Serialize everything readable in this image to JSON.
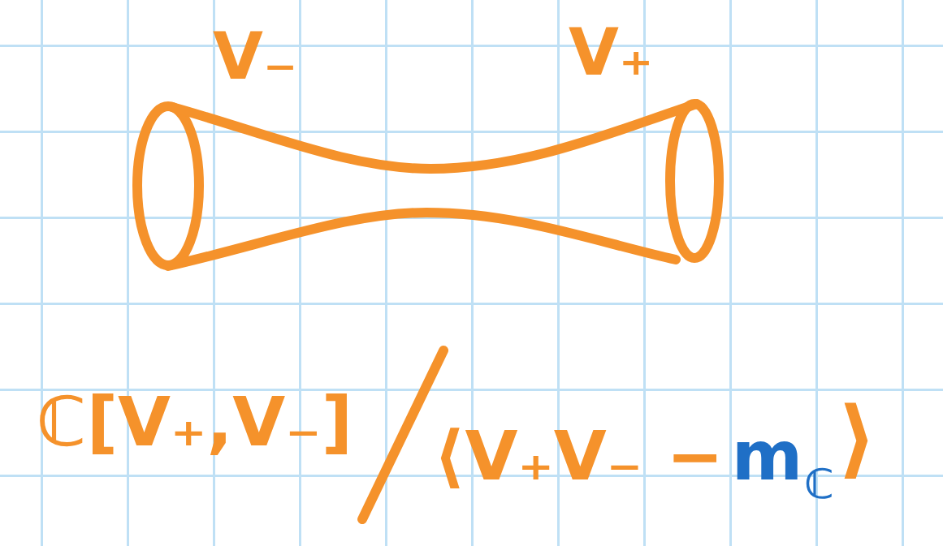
{
  "diagram": {
    "labels": [
      "V₋",
      "V₊",
      "ℂ[V₊,V₋]",
      "⟨V₊V₋ −",
      "m",
      "ℂ",
      "⟩"
    ]
  }
}
